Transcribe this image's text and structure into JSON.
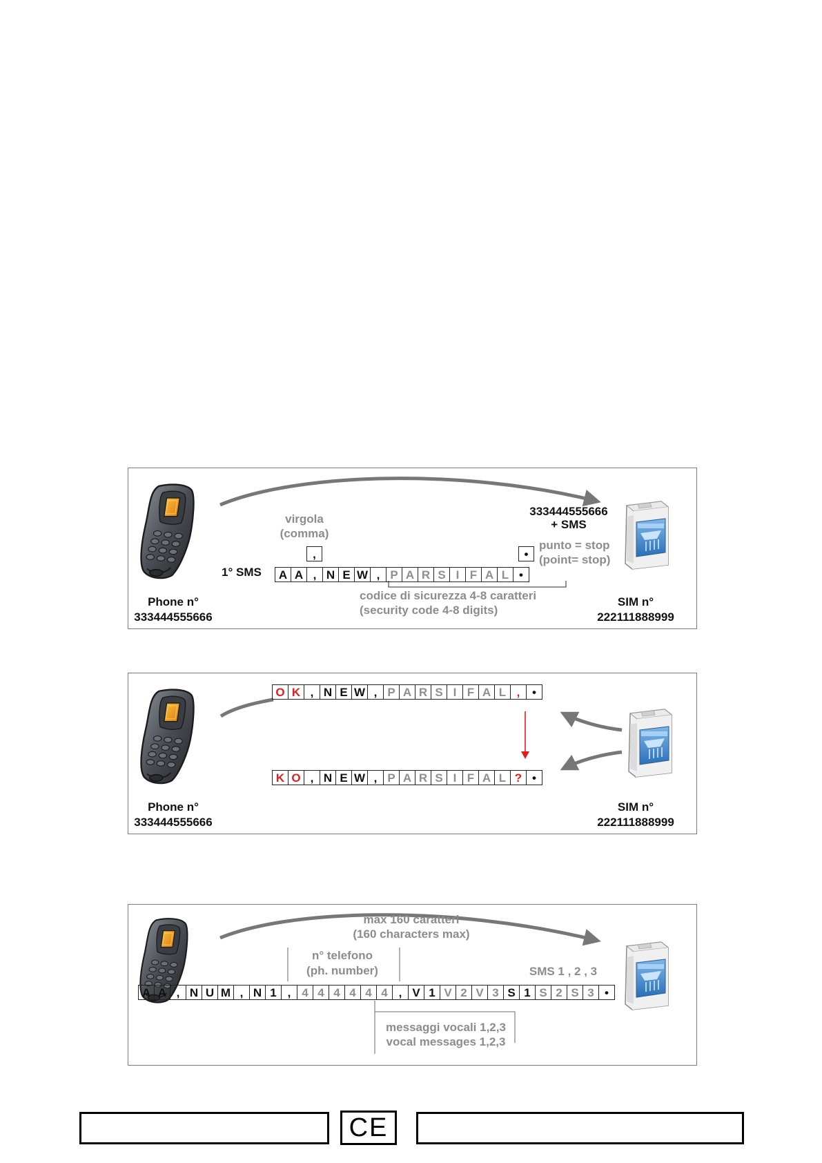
{
  "panel1": {
    "phone_label": "Phone n°",
    "phone_number": "333444555666",
    "sim_label": "SIM n°",
    "sim_number": "222111888999",
    "dest_number": "333444555666",
    "dest_sms": "+ SMS",
    "comma_label_it": "virgola",
    "comma_label_en": "(comma)",
    "stop_label_it": "punto = stop",
    "stop_label_en": "(point= stop)",
    "sms_label": "1° SMS",
    "code_label_it": "codice di sicurezza 4-8 caratteri",
    "code_label_en": "(security code 4-8 digits)",
    "sample_comma": ",",
    "sample_point": "•",
    "cells": [
      {
        "ch": "A",
        "c": "black"
      },
      {
        "ch": "A",
        "c": "black"
      },
      {
        "ch": ",",
        "c": "black"
      },
      {
        "ch": "N",
        "c": "black"
      },
      {
        "ch": "E",
        "c": "black"
      },
      {
        "ch": "W",
        "c": "black"
      },
      {
        "ch": ",",
        "c": "black"
      },
      {
        "ch": "P",
        "c": "grey"
      },
      {
        "ch": "A",
        "c": "grey"
      },
      {
        "ch": "R",
        "c": "grey"
      },
      {
        "ch": "S",
        "c": "grey"
      },
      {
        "ch": "I",
        "c": "grey"
      },
      {
        "ch": "F",
        "c": "grey"
      },
      {
        "ch": "A",
        "c": "grey"
      },
      {
        "ch": "L",
        "c": "grey"
      },
      {
        "ch": "•",
        "c": "black"
      }
    ]
  },
  "panel2": {
    "phone_label": "Phone n°",
    "phone_number": "333444555666",
    "sim_label": "SIM n°",
    "sim_number": "222111888999",
    "ok_cells": [
      {
        "ch": "O",
        "c": "red"
      },
      {
        "ch": "K",
        "c": "red"
      },
      {
        "ch": ",",
        "c": "black"
      },
      {
        "ch": "N",
        "c": "black"
      },
      {
        "ch": "E",
        "c": "black"
      },
      {
        "ch": "W",
        "c": "black"
      },
      {
        "ch": ",",
        "c": "black"
      },
      {
        "ch": "P",
        "c": "grey"
      },
      {
        "ch": "A",
        "c": "grey"
      },
      {
        "ch": "R",
        "c": "grey"
      },
      {
        "ch": "S",
        "c": "grey"
      },
      {
        "ch": "I",
        "c": "grey"
      },
      {
        "ch": "F",
        "c": "grey"
      },
      {
        "ch": "A",
        "c": "grey"
      },
      {
        "ch": "L",
        "c": "grey"
      },
      {
        "ch": ",",
        "c": "red"
      },
      {
        "ch": "•",
        "c": "black"
      }
    ],
    "ko_cells": [
      {
        "ch": "K",
        "c": "red"
      },
      {
        "ch": "O",
        "c": "red"
      },
      {
        "ch": ",",
        "c": "black"
      },
      {
        "ch": "N",
        "c": "black"
      },
      {
        "ch": "E",
        "c": "black"
      },
      {
        "ch": "W",
        "c": "black"
      },
      {
        "ch": ",",
        "c": "black"
      },
      {
        "ch": "P",
        "c": "grey"
      },
      {
        "ch": "A",
        "c": "grey"
      },
      {
        "ch": "R",
        "c": "grey"
      },
      {
        "ch": "S",
        "c": "grey"
      },
      {
        "ch": "I",
        "c": "grey"
      },
      {
        "ch": "F",
        "c": "grey"
      },
      {
        "ch": "A",
        "c": "grey"
      },
      {
        "ch": "L",
        "c": "grey"
      },
      {
        "ch": "?",
        "c": "red"
      },
      {
        "ch": "•",
        "c": "black"
      }
    ]
  },
  "panel3": {
    "max_label_it": "max 160 caratteri",
    "max_label_en": "(160 characters max)",
    "phone_label_it": "n° telefono",
    "phone_label_en": "(ph. number)",
    "sms_label": "SMS 1 , 2 , 3",
    "vocal_label_it": "messaggi vocali 1,2,3",
    "vocal_label_en": "vocal messages 1,2,3",
    "cells": [
      {
        "ch": "A",
        "c": "black"
      },
      {
        "ch": "A",
        "c": "black"
      },
      {
        "ch": ",",
        "c": "black"
      },
      {
        "ch": "N",
        "c": "black"
      },
      {
        "ch": "U",
        "c": "black"
      },
      {
        "ch": "M",
        "c": "black"
      },
      {
        "ch": ",",
        "c": "black"
      },
      {
        "ch": "N",
        "c": "black"
      },
      {
        "ch": "1",
        "c": "black"
      },
      {
        "ch": ",",
        "c": "black"
      },
      {
        "ch": "4",
        "c": "grey"
      },
      {
        "ch": "4",
        "c": "grey"
      },
      {
        "ch": "4",
        "c": "grey"
      },
      {
        "ch": "4",
        "c": "grey"
      },
      {
        "ch": "4",
        "c": "grey"
      },
      {
        "ch": "4",
        "c": "grey"
      },
      {
        "ch": ",",
        "c": "black"
      },
      {
        "ch": "V",
        "c": "black"
      },
      {
        "ch": "1",
        "c": "black"
      },
      {
        "ch": "V",
        "c": "grey"
      },
      {
        "ch": "2",
        "c": "grey"
      },
      {
        "ch": "V",
        "c": "grey"
      },
      {
        "ch": "3",
        "c": "grey"
      },
      {
        "ch": "S",
        "c": "black"
      },
      {
        "ch": "1",
        "c": "black"
      },
      {
        "ch": "S",
        "c": "grey"
      },
      {
        "ch": "2",
        "c": "grey"
      },
      {
        "ch": "S",
        "c": "grey"
      },
      {
        "ch": "3",
        "c": "grey"
      },
      {
        "ch": "•",
        "c": "black"
      }
    ]
  },
  "footer": {
    "ce_mark": "CE"
  },
  "colors": {
    "accent_red": "#e11d1d",
    "grey_text": "#8c8c8c",
    "panel_border": "#7a7a7a"
  }
}
